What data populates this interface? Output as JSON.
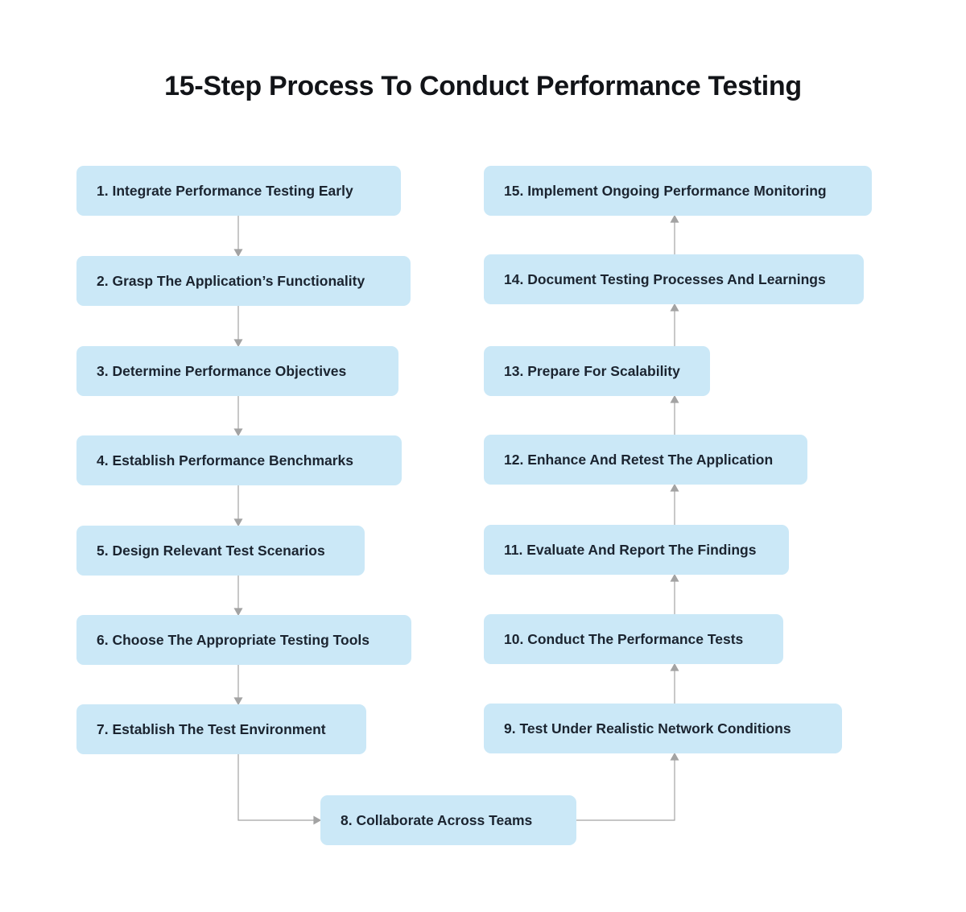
{
  "title": "15-Step Process To Conduct Performance Testing",
  "colors": {
    "box_background": "#cbe8f7",
    "box_text": "#1b2430",
    "title_text": "#121418",
    "arrow": "#a3a3a3",
    "page_background": "#ffffff"
  },
  "steps": [
    {
      "label": "1. Integrate Performance Testing Early"
    },
    {
      "label": "2. Grasp The Application’s Functionality"
    },
    {
      "label": "3. Determine Performance Objectives"
    },
    {
      "label": "4. Establish Performance Benchmarks"
    },
    {
      "label": "5. Design Relevant Test Scenarios"
    },
    {
      "label": "6. Choose The Appropriate Testing Tools"
    },
    {
      "label": "7. Establish The Test Environment"
    },
    {
      "label": "8. Collaborate Across Teams"
    },
    {
      "label": "9. Test Under Realistic Network Conditions"
    },
    {
      "label": "10. Conduct The Performance Tests"
    },
    {
      "label": "11. Evaluate And Report The Findings"
    },
    {
      "label": "12. Enhance And Retest The Application"
    },
    {
      "label": "13. Prepare For Scalability"
    },
    {
      "label": "14. Document Testing Processes And Learnings"
    },
    {
      "label": "15. Implement Ongoing Performance Monitoring"
    }
  ]
}
